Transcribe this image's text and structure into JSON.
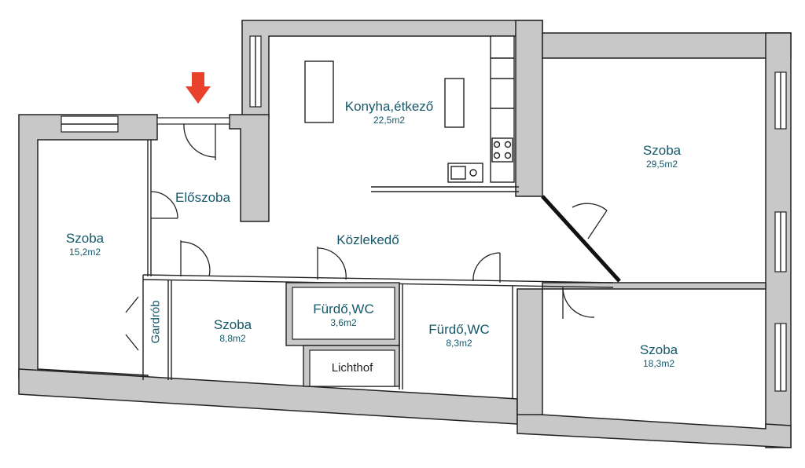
{
  "rooms": [
    {
      "id": "kitchen",
      "name": "Konyha,étkező",
      "area": "22,5m2"
    },
    {
      "id": "room-east",
      "name": "Szoba",
      "area": "29,5m2"
    },
    {
      "id": "hall",
      "name": "Előszoba",
      "area": ""
    },
    {
      "id": "room-west",
      "name": "Szoba",
      "area": "15,2m2"
    },
    {
      "id": "corridor",
      "name": "Közlekedő",
      "area": ""
    },
    {
      "id": "bath-small",
      "name": "Fürdő,WC",
      "area": "3,6m2"
    },
    {
      "id": "room-small",
      "name": "Szoba",
      "area": "8,8m2"
    },
    {
      "id": "bath-large",
      "name": "Fürdő,WC",
      "area": "8,3m2"
    },
    {
      "id": "room-southeast",
      "name": "Szoba",
      "area": "18,3m2"
    },
    {
      "id": "lichthof",
      "name": "Lichthof",
      "area": ""
    },
    {
      "id": "wardrobe",
      "name": "Gardrób",
      "area": ""
    }
  ],
  "colors": {
    "wall": "#c8c8c8",
    "label": "#14586a",
    "entrance_arrow": "#e8412c"
  },
  "icons": {
    "entrance": "entrance-arrow-icon"
  }
}
